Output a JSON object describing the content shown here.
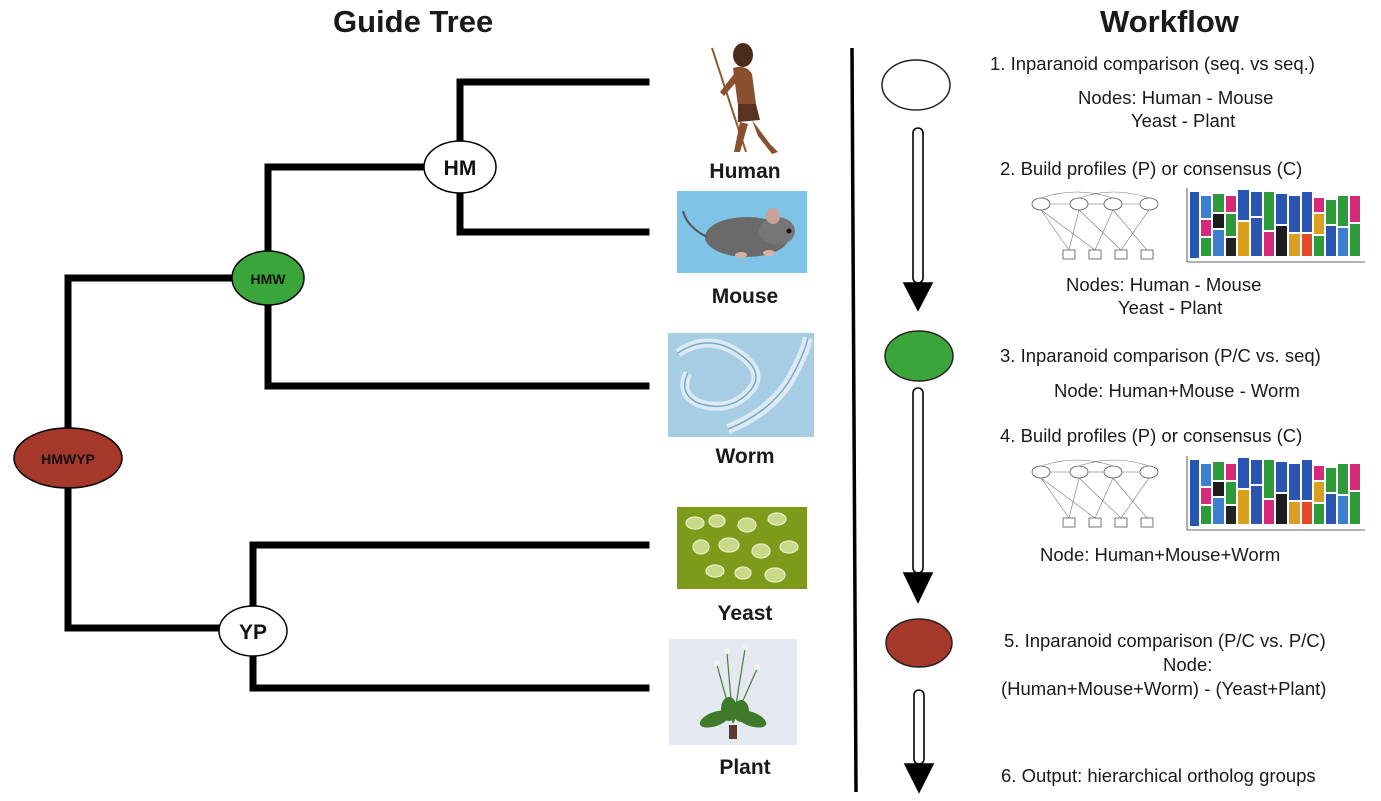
{
  "guide_tree": {
    "title": "Guide Tree",
    "nodes": {
      "hm": "HM",
      "hmw": "HMW",
      "hmwyp": "HMWYP",
      "yp": "YP"
    },
    "species": [
      {
        "label": "Human",
        "image": "human-figure"
      },
      {
        "label": "Mouse",
        "image": "mouse-photo"
      },
      {
        "label": "Worm",
        "image": "worm-micrograph"
      },
      {
        "label": "Yeast",
        "image": "yeast-micrograph"
      },
      {
        "label": "Plant",
        "image": "arabidopsis-plant"
      }
    ]
  },
  "workflow": {
    "title": "Workflow",
    "steps": {
      "s1_title": "1. Inparanoid comparison (seq. vs seq.)",
      "s1_line1": "Nodes: Human - Mouse",
      "s1_line2": "Yeast - Plant",
      "s2_title": "2. Build profiles (P) or consensus (C)",
      "s2_line1": "Nodes: Human - Mouse",
      "s2_line2": "Yeast - Plant",
      "s3_title": "3. Inparanoid comparison (P/C vs. seq)",
      "s3_line1": "Node: Human+Mouse - Worm",
      "s4_title": "4. Build profiles (P) or consensus (C)",
      "s4_line1": "Node: Human+Mouse+Worm",
      "s5_title": "5. Inparanoid comparison (P/C vs. P/C)",
      "s5_line1": "Node:",
      "s5_line2": "(Human+Mouse+Worm) - (Yeast+Plant)",
      "s6_title": "6. Output: hierarchical ortholog groups"
    },
    "stage_markers": [
      {
        "name": "white-stage",
        "color": "#ffffff"
      },
      {
        "name": "green-stage",
        "color": "#3aa53a"
      },
      {
        "name": "red-stage",
        "color": "#a5382a"
      }
    ]
  },
  "colors": {
    "hmw_green": "#3aa53a",
    "hmwyp_red": "#a5382a",
    "line_black": "#000000"
  }
}
